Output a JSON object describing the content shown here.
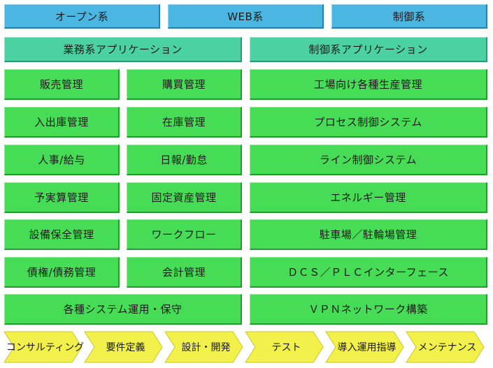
{
  "categories": {
    "open": "オープン系",
    "web": "WEB系",
    "control": "制御系"
  },
  "app_headers": {
    "business": "業務系アプリケーション",
    "control": "制御系アプリケーション"
  },
  "business_items": {
    "sales": "販売管理",
    "purchase": "購買管理",
    "inventory": "入出庫管理",
    "stock": "在庫管理",
    "hr": "人事/給与",
    "daily_report": "日報/勤怠",
    "budget": "予実算管理",
    "fixed_assets": "固定資産管理",
    "maintenance": "設備保全管理",
    "workflow": "ワークフロー",
    "receivables": "債権/債務管理",
    "accounting": "会計管理",
    "operations": "各種システム運用・保守"
  },
  "control_items": {
    "factory": "工場向け各種生産管理",
    "process": "プロセス制御システム",
    "line": "ライン制御システム",
    "energy": "エネルギー管理",
    "parking": "駐車場／駐輪場管理",
    "dcs_plc": "ＤＣＳ／ＰＬＣインターフェース",
    "vpn": "ＶＰＮネットワーク構築"
  },
  "process_steps": [
    "コンサルティング",
    "要件定義",
    "設計・開発",
    "テスト",
    "導入運用指導",
    "メンテナンス"
  ],
  "colors": {
    "category": "#4cb6e2",
    "app_header": "#4cd2a2",
    "item": "#47dc55",
    "process_arrow": "#f2f04a"
  }
}
